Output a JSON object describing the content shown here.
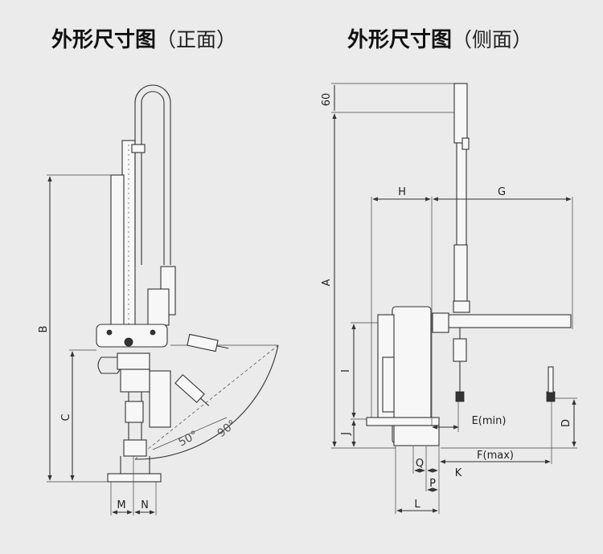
{
  "titles": {
    "front": {
      "main": "外形尺寸图",
      "sub": "（正面）"
    },
    "side": {
      "main": "外形尺寸图",
      "sub": "（侧面）"
    }
  },
  "front_dims": {
    "B": "B",
    "C": "C",
    "M": "M",
    "N": "N",
    "angle1": "50°",
    "angle2": "90°"
  },
  "side_dims": {
    "top": "60",
    "A": "A",
    "H": "H",
    "G": "G",
    "I": "I",
    "J": "J",
    "D": "D",
    "E": "E(min)",
    "F": "F(max)",
    "Q": "Q",
    "K": "K",
    "P": "P",
    "L": "L"
  }
}
